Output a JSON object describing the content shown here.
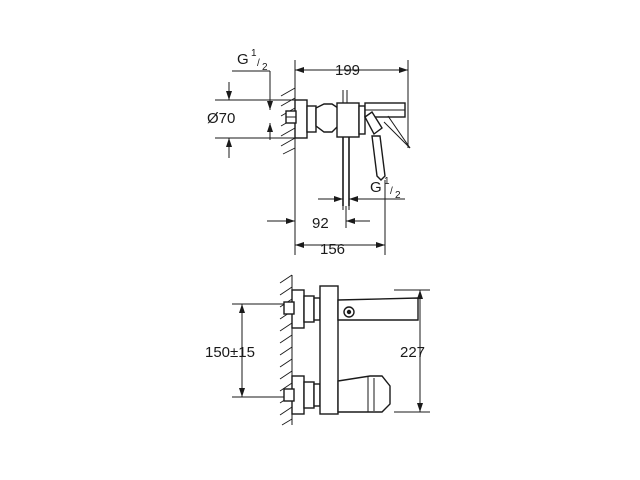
{
  "colors": {
    "line": "#1a1a1a",
    "background": "#ffffff"
  },
  "top_view": {
    "thread_inlet": {
      "prefix": "G",
      "num": "1",
      "den": "2"
    },
    "diameter": "Ø70",
    "width_total": "199",
    "thread_outlet": {
      "prefix": "G",
      "num": "1",
      "den": "2"
    },
    "spout_offset": "92",
    "depth": "156"
  },
  "front_view": {
    "inlet_spacing": "150±15",
    "height_total": "227"
  }
}
